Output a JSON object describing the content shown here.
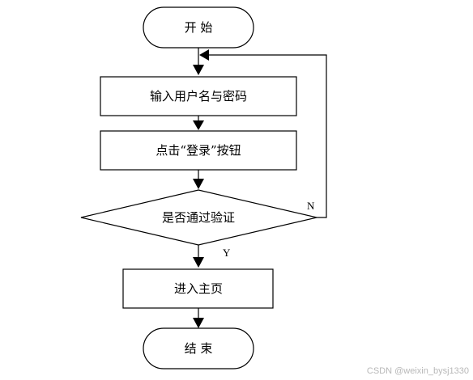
{
  "diagram": {
    "nodes": {
      "start": {
        "label": "开 始"
      },
      "input_credentials": {
        "label": "输入用户名与密码"
      },
      "click_login": {
        "label": "点击“登录”按钮"
      },
      "verify": {
        "label": "是否通过验证"
      },
      "enter_home": {
        "label": "进入主页"
      },
      "end": {
        "label": "结 束"
      }
    },
    "edges": {
      "no_label": "N",
      "yes_label": "Y"
    }
  },
  "watermark": "CSDN @weixin_bysj1330"
}
